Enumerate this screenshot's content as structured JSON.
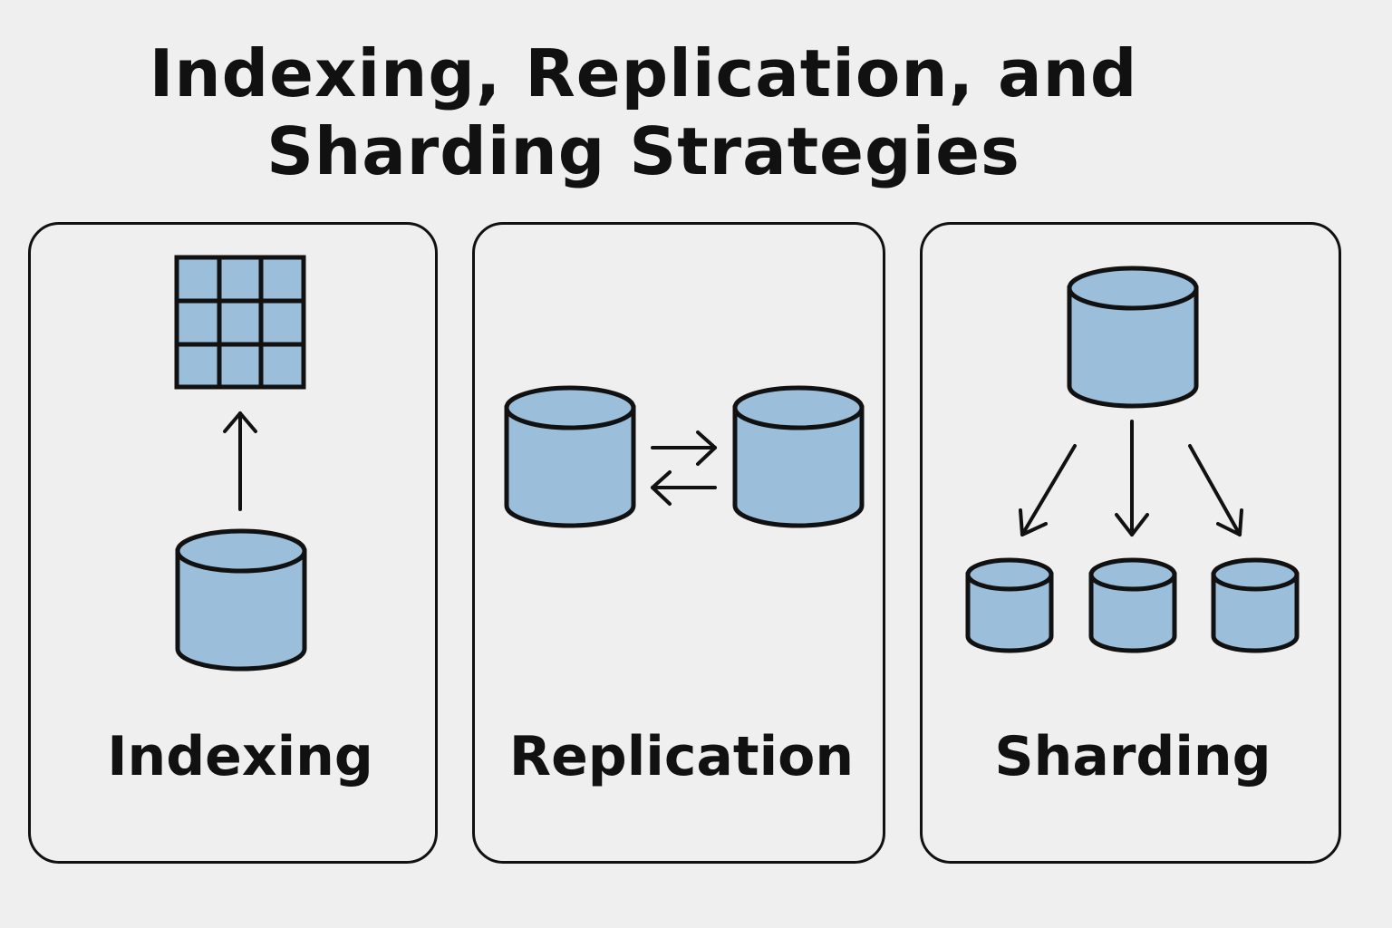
{
  "title": {
    "line1": "Indexing, Replication, and",
    "line2": "Sharding Strategies"
  },
  "colors": {
    "background": "#efefef",
    "stroke": "#111111",
    "fill": "#9bbedb"
  },
  "panels": [
    {
      "label": "Indexing",
      "icons": [
        "index-grid-icon",
        "arrow-up-icon",
        "database-icon"
      ]
    },
    {
      "label": "Replication",
      "icons": [
        "database-icon",
        "arrow-right-icon",
        "arrow-left-icon",
        "database-icon"
      ]
    },
    {
      "label": "Sharding",
      "icons": [
        "database-icon",
        "arrow-down-left-icon",
        "arrow-down-icon",
        "arrow-down-right-icon",
        "database-icon",
        "database-icon",
        "database-icon"
      ]
    }
  ]
}
